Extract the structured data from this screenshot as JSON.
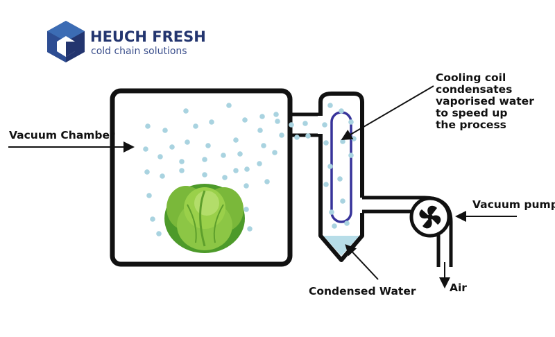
{
  "brand": {
    "name": "HEUCH FRESH",
    "tagline": "cold chain solutions",
    "colors": {
      "navy": "#23356f",
      "blue": "#3c6cb4",
      "mid": "#2d4d93"
    }
  },
  "labels": {
    "vacuum_chamber": "Vacuum Chamber",
    "cooling_coil": [
      "Cooling coil",
      "condensates",
      "vaporised water",
      "to speed up",
      "the process"
    ],
    "vacuum_pump": "Vacuum pump",
    "air": "Air",
    "condensed_water": "Condensed Water"
  },
  "colors": {
    "outline": "#111111",
    "vapor": "#a9d3e0",
    "coil": "#37339a",
    "water": "#b7dde8",
    "cabbage_dark": "#4d9a2a",
    "cabbage_light": "#9ad04a"
  },
  "icons": {
    "logo": "cube-logo-icon",
    "pump": "fan-impeller-icon",
    "produce": "cabbage-icon"
  }
}
